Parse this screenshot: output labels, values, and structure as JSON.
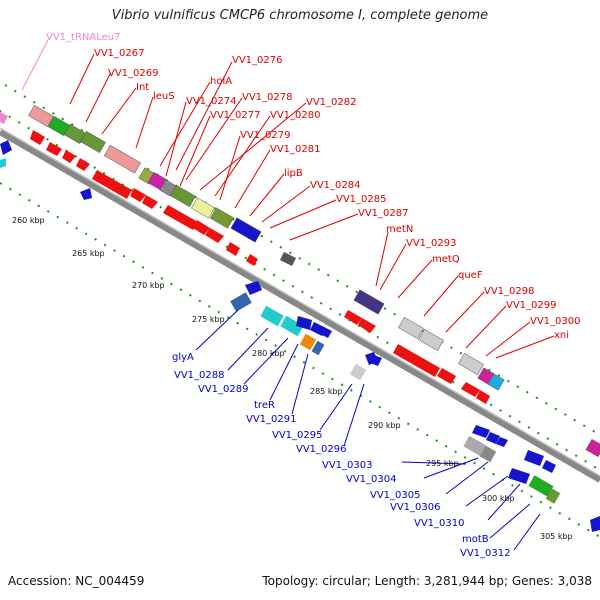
{
  "title": "Vibrio vulnificus CMCP6 chromosome I, complete genome",
  "footer": {
    "accession": "Accession: NC_004459",
    "stats": "Topology: circular; Length: 3,281,944 bp; Genes: 3,038"
  },
  "colors": {
    "red": "#ee1111",
    "blue": "#1515cc",
    "pink": "#ee88bb",
    "backbone": "#888888",
    "tick": "#119911",
    "label_red": "#dd0000",
    "label_blue": "#0000cc",
    "label_pink": "#ee88cc"
  },
  "kbp_ticks": [
    "260 kbp",
    "265 kbp",
    "270 kbp",
    "275 kbp",
    "280 kbp",
    "285 kbp",
    "290 kbp",
    "295 kbp",
    "300 kbp",
    "305 kbp"
  ],
  "upper_labels": [
    "VV1_tRNALeu7",
    "VV1_0267",
    "VV1_0269",
    "Int",
    "leuS",
    "holA",
    "VV1_0276",
    "VV1_0274",
    "VV1_0278",
    "VV1_0277",
    "VV1_0282",
    "VV1_0280",
    "VV1_0279",
    "VV1_0281",
    "lipB",
    "VV1_0284",
    "VV1_0285",
    "VV1_0287",
    "metN",
    "VV1_0293",
    "metQ",
    "queF",
    "VV1_0298",
    "VV1_0299",
    "VV1_0300",
    "xni"
  ],
  "lower_labels": [
    "glyA",
    "VV1_0288",
    "VV1_0289",
    "treR",
    "VV1_0291",
    "VV1_0295",
    "VV1_0296",
    "VV1_0303",
    "VV1_0304",
    "VV1_0305",
    "VV1_0306",
    "VV1_0310",
    "motB",
    "VV1_0312"
  ]
}
